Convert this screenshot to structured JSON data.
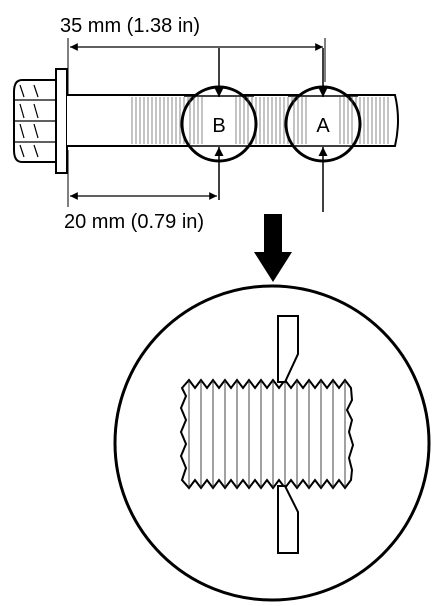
{
  "dimensions": {
    "upper": "35 mm (1.38 in)",
    "lower": "20 mm (0.79 in)"
  },
  "points": {
    "a": "A",
    "b": "B"
  },
  "colors": {
    "ink": "#000000",
    "background": "#ffffff"
  }
}
